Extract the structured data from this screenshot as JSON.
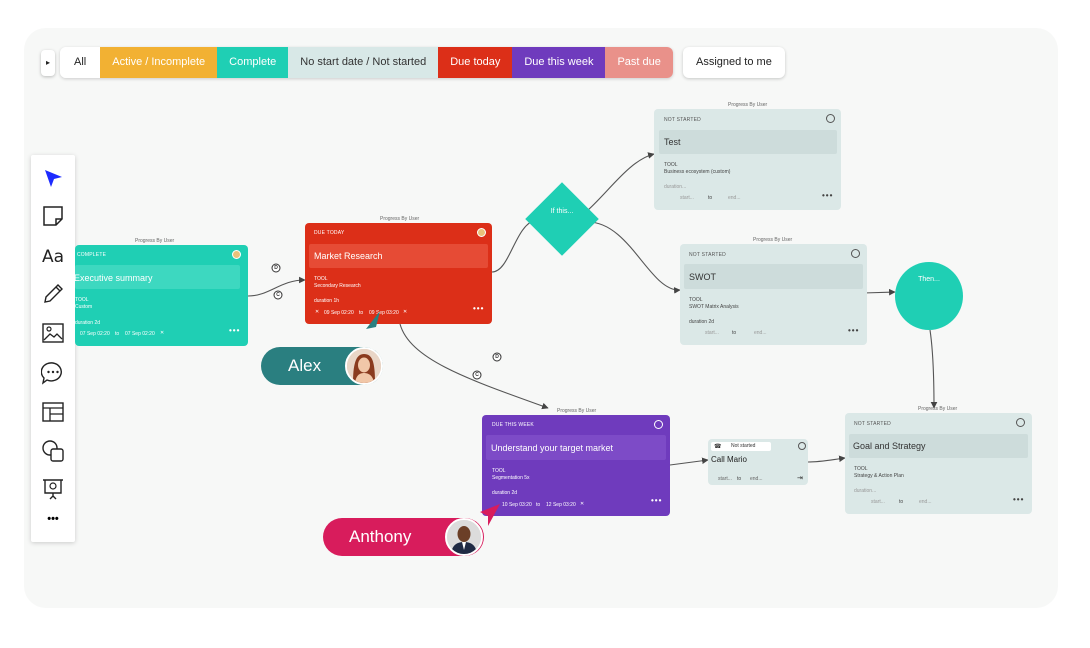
{
  "filters": {
    "toggle_icon": "▸",
    "items": [
      {
        "label": "All",
        "bg": "#ffffff",
        "fg": "#222222"
      },
      {
        "label": "Active / Incomplete",
        "bg": "#f2b133",
        "fg": "#ffffff"
      },
      {
        "label": "Complete",
        "bg": "#1fcfb4",
        "fg": "#ffffff"
      },
      {
        "label": "No start date / Not started",
        "bg": "#d8e8e7",
        "fg": "#333333"
      },
      {
        "label": "Due today",
        "bg": "#dc2f18",
        "fg": "#ffffff"
      },
      {
        "label": "Due this week",
        "bg": "#6f3bbd",
        "fg": "#ffffff"
      },
      {
        "label": "Past due",
        "bg": "#e9918a",
        "fg": "#ffffff"
      }
    ],
    "assigned": "Assigned to me"
  },
  "toolbar": [
    "pointer-icon",
    "sticky-note-icon",
    "text-icon",
    "pen-icon",
    "image-icon",
    "comment-icon",
    "table-icon",
    "shapes-icon",
    "presentation-icon",
    "more-icon"
  ],
  "toolbar_more": "•••",
  "cards": {
    "exec": {
      "pbu": "Progress By User",
      "status": "COMPLETE",
      "title": "Executive summary",
      "tool_label": "TOOL",
      "tool": "Custom",
      "duration": "duration 2d",
      "start": "07 Sep 02:20",
      "to": "to",
      "end": "07 Sep 02:20",
      "x": "✕",
      "dots": "•••"
    },
    "market": {
      "pbu": "Progress By User",
      "status": "DUE TODAY",
      "title": "Market Research",
      "tool_label": "TOOL",
      "tool": "Secondary Research",
      "duration": "duration  1h",
      "start": "09 Sep 02:20",
      "to": "to",
      "end": "09 Sep 03:20",
      "x": "✕",
      "dots": "•••"
    },
    "test": {
      "pbu": "Progress By User",
      "status": "NOT STARTED",
      "title": "Test",
      "tool_label": "TOOL",
      "tool": "Business ecosystem (custom)",
      "duration": "duration...",
      "start": "start...",
      "to": "to",
      "end": "end...",
      "dots": "•••"
    },
    "swot": {
      "pbu": "Progress By User",
      "status": "NOT STARTED",
      "title": "SWOT",
      "tool_label": "TOOL",
      "tool": "SWOT Matrix Analysis",
      "duration": "duration 2d",
      "start": "start...",
      "to": "to",
      "end": "end...",
      "dots": "•••"
    },
    "target": {
      "pbu": "Progress By User",
      "status": "DUE THIS WEEK",
      "title": "Understand your target market",
      "tool_label": "TOOL",
      "tool": "Segmentation 5x",
      "duration": "duration 2d",
      "start": "10 Sep 03:20",
      "to": "to",
      "end": "12 Sep 03:20",
      "x": "✕",
      "dots": "•••"
    },
    "call": {
      "status": "Not started",
      "title": "Call Mario",
      "start": "start...",
      "to": "to",
      "end": "end..."
    },
    "goal": {
      "pbu": "Progress By User",
      "status": "NOT STARTED",
      "title": "Goal and Strategy",
      "tool_label": "TOOL",
      "tool": "Strategy & Action Plan",
      "duration": "duration...",
      "start": "start...",
      "to": "to",
      "end": "end...",
      "dots": "•••"
    }
  },
  "shapes": {
    "diamond": "If this...",
    "circle": "Then..."
  },
  "connectors": {
    "d": "D",
    "c": "C"
  },
  "users": {
    "alex": "Alex",
    "anthony": "Anthony"
  },
  "colors": {
    "teal": "#1fcfb4",
    "red": "#dc2f18",
    "purple": "#6f3bbd",
    "grey_card": "#dbe8e7",
    "alex_pill": "#2a7f80",
    "anthony_pill": "#d81c5c"
  }
}
